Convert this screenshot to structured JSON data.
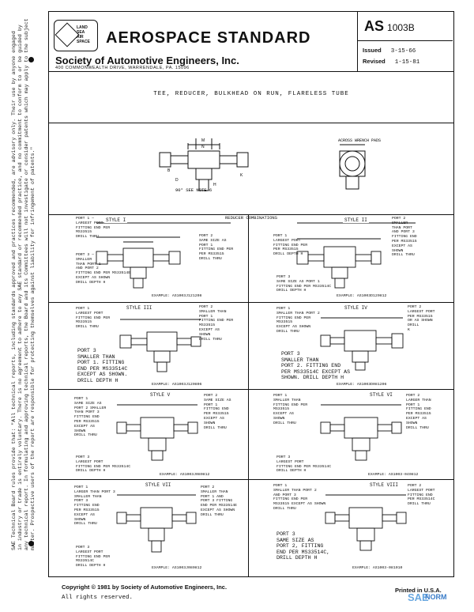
{
  "side_note": {
    "lines": [
      "SAE Technical Board rules provide that: \"All technical reports, including standards approved and practices recommended, are advisory only. Their use by anyone engaged",
      "in industry or trade is entirely voluntary. There is no agreement to adhere to any SAE standard or recommended practice, and no commitment to conform to or be guided by",
      "any technical report. In formulating and approving technical reports, the Board and its Committees will not investigate or consider patents which may apply to the subject",
      "matter. Prospective users of the report are responsible for protecting themselves against liability for infringement of patents.\""
    ]
  },
  "header": {
    "logo_letters": [
      "LAND",
      "SEA",
      "AIR",
      "SPACE"
    ],
    "title": "AEROSPACE STANDARD",
    "society": "Society of Automotive Engineers, Inc.",
    "address": "400 COMMONWEALTH DRIVE, WARRENDALE, PA. 15096",
    "as_prefix": "AS",
    "as_number": "1003B",
    "issued_label": "Issued",
    "issued_value": "3-15-66",
    "revised_label": "Revised",
    "revised_value": "1-15-81"
  },
  "document_title": "TEE, REDUCER, BULKHEAD ON RUN, FLARELESS TUBE",
  "overview": {
    "note_label": "90° SEE NOTE 6",
    "across_label": "ACROSS WRENCH PADS",
    "dims": [
      "M",
      "N",
      "H",
      "B",
      "D",
      "K"
    ]
  },
  "reducer_heading": "REDUCER COMBINATIONS",
  "styles": [
    {
      "name": "STYLE I",
      "port1": "PORT 1 —\nLARGEST PORT\nFITTING END PER\nMS33515\nDRILL THRU",
      "port2": "PORT 2\nSAME SIZE AS\nPORT 1\nFITTING END PER\nPER MS33515\nDRILL THRU",
      "port3": "PORT 3 —\nSMALLER\nTHAN PORT 1\nAND PORT 2\nFITTING END PER MS33514E\nEXCEPT AS SHOWN\nDRILL DEPTH H",
      "example": "EXAMPLE: AS1003J121208"
    },
    {
      "name": "STYLE II",
      "port1": "PORT 1\nLARGEST PORT\nFITTING END PER\nPER MS33515\nDRILL DEPTH H",
      "port2": "PORT 2\nSMALLER\nTHAN PORT\nAND PORT 3\nFITTING END\nPER MS33515\nEXCEPT AS\nSHOWN\nDRILL THRU",
      "port3": "PORT 3\nSAME SIZE AS PORT 1\nFITTING END PER MS33514C\nDRILL DEPTH H",
      "example": "EXAMPLE: AS1003D120812"
    },
    {
      "name": "STYLE III",
      "port1": "PORT 1\nLARGEST PORT\nFITTING END PER\nMS33515\nDRILL THRU",
      "port2": "PORT 2\nSMALLER THAN\nPORT 1\nFITTING END PER\nMS33515\nEXCEPT AS\nSHOWN\nDRILL THRU",
      "port3": "PORT 3\nSMALLER THAN\nPORT 1. FITTING\nEND PER MS33514C\nEXCEPT AS SHOWN.\nDRILL DEPTH H",
      "example": "EXAMPLE: AS1003J120806"
    },
    {
      "name": "STYLE IV",
      "port1": "PORT 1\nSMALLER THAN PORT 2\nFITTING END PER\nMS33515\nEXCEPT AS SHOWN\nDRILL THRU",
      "port2": "PORT 2\nLARGEST PORT\nPER MS33515\nOR AS SHOWN\nDRILL\nK",
      "port3": "PORT 3\nSMALLER THAN\nPORT 2. FITTING END\nPER MS33514C EXCEPT AS\nSHOWN. DRILL DEPTH H",
      "example": "EXAMPLE: AS1003D081206"
    },
    {
      "name": "STYLE V",
      "port1": "PORT 1\nSAME SIZE AS\nPORT 2 SMALLER\nTHAN PORT 3\nFITTING END\nPER MS33515\nEXCEPT AS\nSHOWN\nDRILL THRU",
      "port2": "PORT 2\nSAME SIZE AS\nPORT 1\nFITTING END\nPER MS33515\nEXCEPT AS\nSHOWN\nDRILL THRU",
      "port3": "PORT 3\nLARGEST PORT\nFITTING END PER MS33514C\nDRILL DEPTH H",
      "example": "EXAMPLE: AS1003J080812"
    },
    {
      "name": "STYLE VI",
      "port1": "PORT 1\nSMALLER THAN\nFITTING END PER\nMS33515\nEXCEPT AS\nSHOWN\nDRILL THRU",
      "port2": "PORT 2\nLARGER THAN\nPORT 1\nFITTING END\nPER MS33515\nEXCEPT AS\nSHOWN\nDRILL THRU",
      "port3": "PORT 3\nLARGEST PORT\nFITTING END PER MS33514C\nDRILL DEPTH H",
      "example": "EXAMPLE: AS1003-040812"
    },
    {
      "name": "STYLE VII",
      "port1": "PORT 1\nLARGER THAN PORT 3\nSMALLER THAN\nPORT 3\nFITTING END\nPER MS33515\nEXCEPT AS\nSHOWN\nDRILL THRU",
      "port2": "PORT 2\nSMALLER THAN\nPORT 1 AND\nPORT 3 FITTING\nEND PER MS33514E\nEXCEPT AS SHOWN\nDRILL THRU",
      "port3": "PORT 3\nLARGEST PORT\nFITTING END PER\nMS33514C\nDRILL DEPTH H",
      "example": "EXAMPLE: AS1003J080812"
    },
    {
      "name": "STYLE VIII",
      "port1": "PORT 1\nSMALLER THAN PORT 2\nAND PORT 3\nFITTING END PER\nMS33515 EXCEPT AS SHOWN\nDRILL THRU",
      "port2": "PORT 2\nLARGEST PORT\nFITTING END\nPER MS33514C\nDRILL THRU",
      "port3": "PORT 3\nSAME SIZE AS\nPORT 2, FITTING\nEND PER MS33514C,\nDRILL DEPTH H",
      "example": "EXAMPLE: AS1003-081010"
    }
  ],
  "footer": {
    "copyright": "Copyright © 1981 by Society of Automotive Engineers, Inc.",
    "rights": "All rights reserved.",
    "printed": "Printed in U.S.A.",
    "watermark_sae": "SAE",
    "watermark_norm": "NORM"
  }
}
